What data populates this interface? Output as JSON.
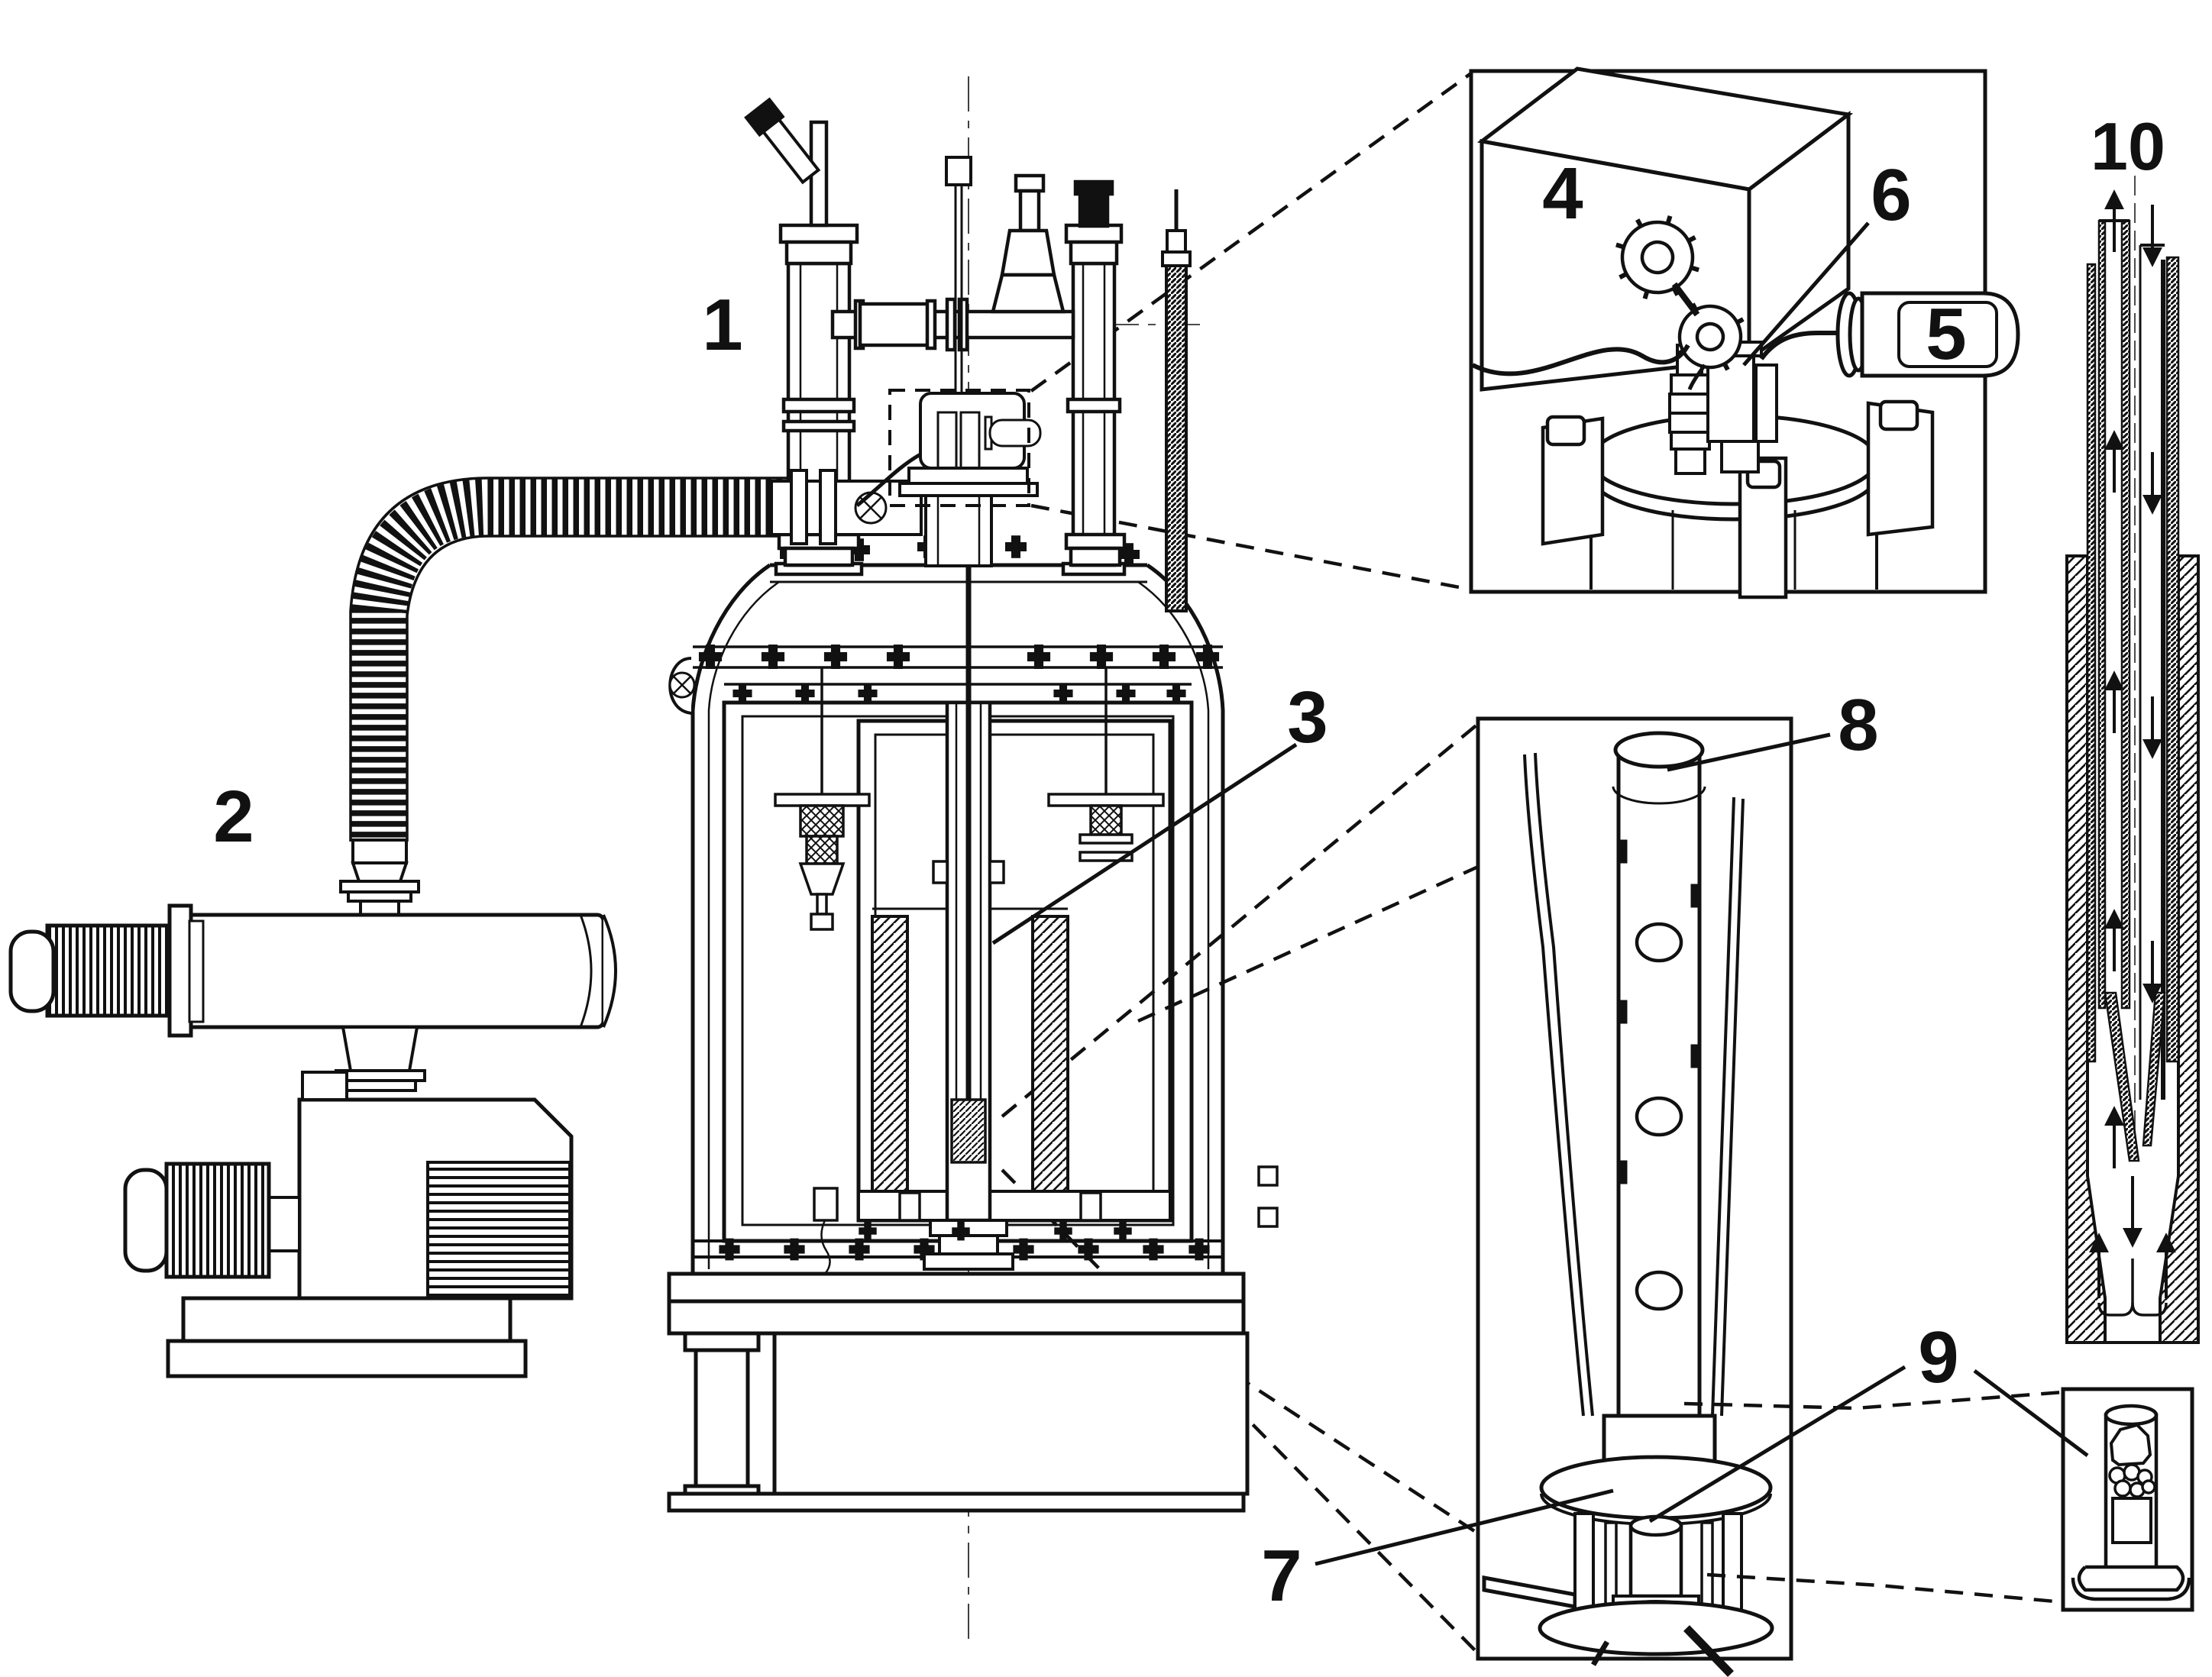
{
  "figure": {
    "kind": "technical-line-diagram",
    "ink_color": "#111111",
    "background_color": "#ffffff",
    "callouts": {
      "c1": "1",
      "c2": "2",
      "c3": "3",
      "c4": "4",
      "c5": "5",
      "c6": "6",
      "c7": "7",
      "c8": "8",
      "c9": "9",
      "c10": "10"
    }
  }
}
